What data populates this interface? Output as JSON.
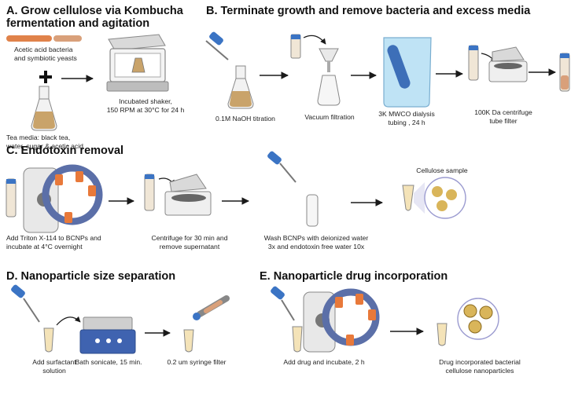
{
  "panels": {
    "a": {
      "title": [
        "A. Grow cellulose via Kombucha",
        "fermentation and agitation"
      ],
      "bacteria_caption": [
        "Acetic acid bacteria",
        "and symbiotic yeasts"
      ],
      "tea_caption": [
        "Tea media: black tea,",
        "water, sugar & acetic acid"
      ],
      "shaker_caption": [
        "Incubated shaker,",
        "150 RPM at 30°C for 24 h"
      ]
    },
    "b": {
      "title": "B. Terminate growth and remove bacteria and excess media",
      "naoh_caption": "0.1M NaOH titration",
      "filtration_caption": "Vacuum filtration",
      "dialysis_caption": [
        "3K MWCO dialysis",
        "tubing , 24 h"
      ],
      "centrifuge_caption": [
        "100K Da centrifuge",
        "tube filter"
      ]
    },
    "c": {
      "title": "C. Endotoxin removal",
      "triton_caption": [
        "Add Triton X-114 to BCNPs and",
        "incubate at 4°C overnight"
      ],
      "centrifuge_caption": [
        "Centrifuge for 30 min and",
        "remove supernatant"
      ],
      "wash_caption": [
        "Wash BCNPs with deionized water",
        "3x and endotoxin free water 10x"
      ],
      "sample_label": "Cellulose sample"
    },
    "d": {
      "title": "D. Nanoparticle size separation",
      "surfactant_caption": [
        "Add surfactant",
        "solution"
      ],
      "sonicate_caption": "Bath sonicate, 15 min.",
      "filter_caption": "0.2 um syringe filter"
    },
    "e": {
      "title": "E. Nanoparticle drug incorporation",
      "incubate_caption": "Add drug and incubate, 2 h",
      "result_caption": [
        "Drug incorporated bacterial",
        "cellulose nanoparticles"
      ]
    }
  },
  "colors": {
    "text": "#111111",
    "arrow": "#1a1a1a",
    "culture": "#c9a36a",
    "bacteria_rod": "#e0824a",
    "tea_rod": "#d9a07a",
    "rotator_blue": "#5b6fa8",
    "rotator_tube": "#e8793a",
    "pipette_blue": "#3b74c4",
    "dialysis_water": "#bfe3f5",
    "dialysis_tube": "#3d6fb8",
    "cellulose": "#d9b55a",
    "sonicator": "#3f63b0"
  }
}
